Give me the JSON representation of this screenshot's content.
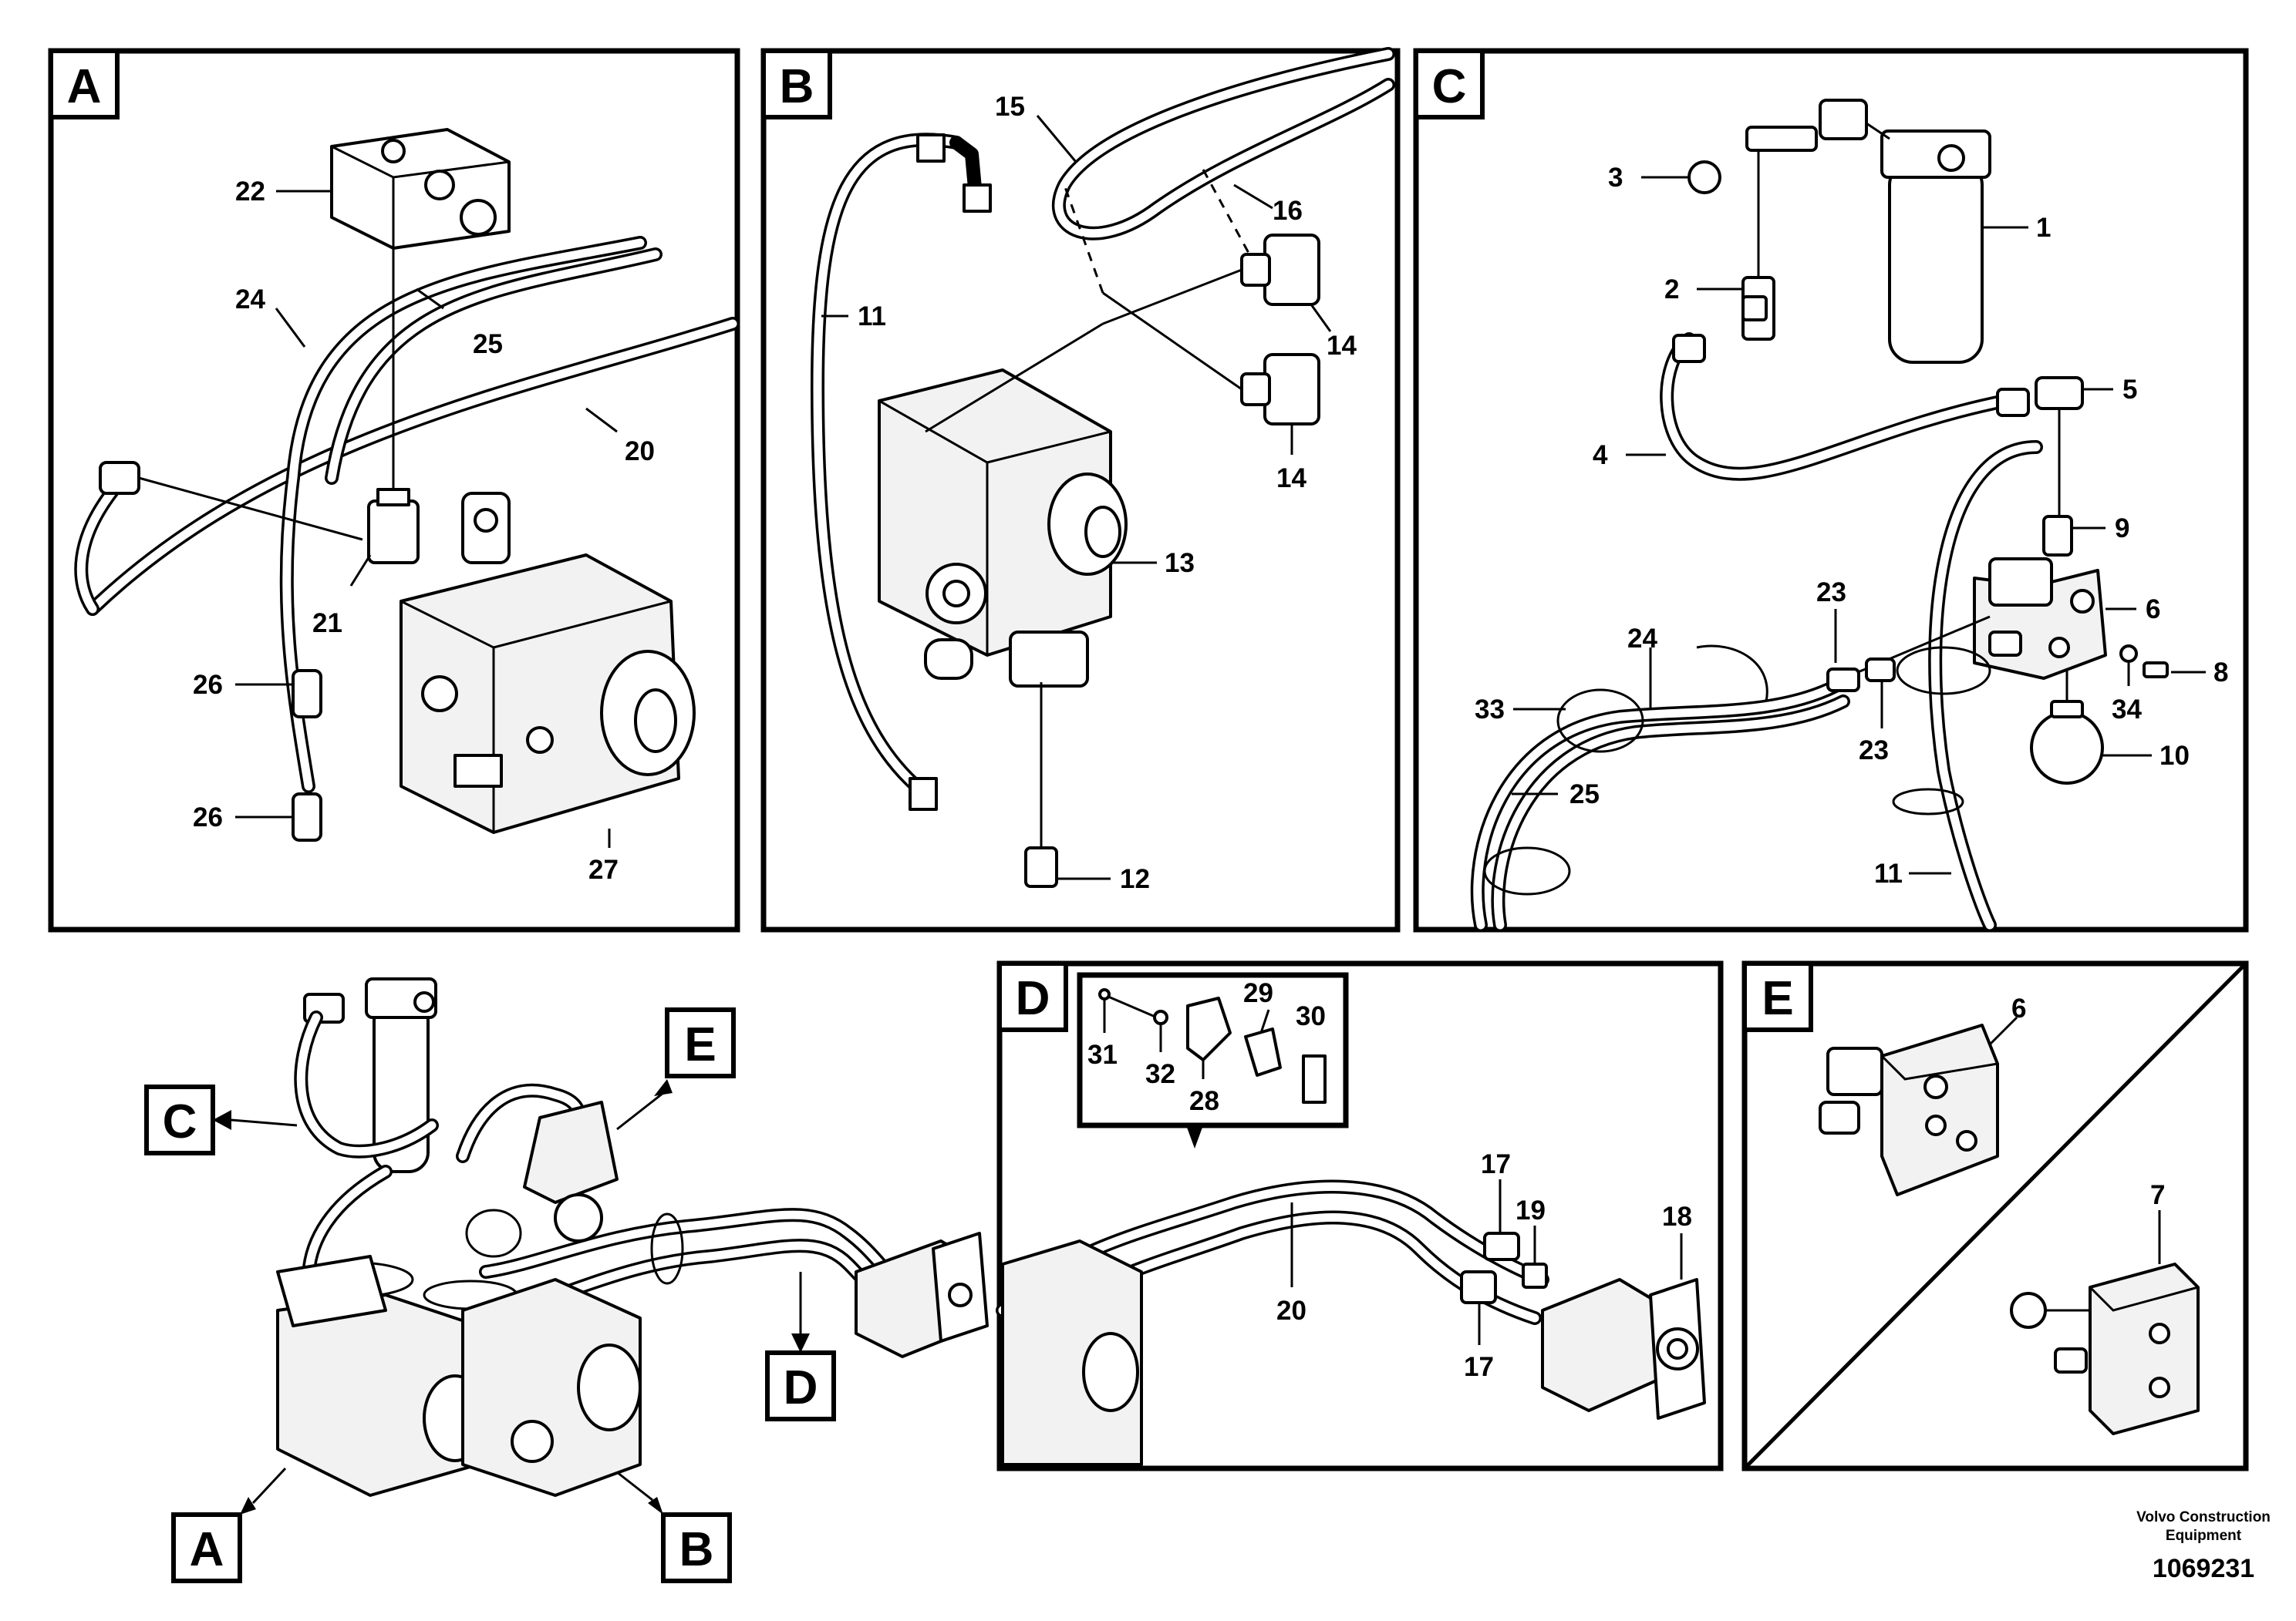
{
  "panels": {
    "A": {
      "tag": "A",
      "callouts": [
        "22",
        "24",
        "25",
        "20",
        "21",
        "26",
        "26",
        "27"
      ]
    },
    "B": {
      "tag": "B",
      "callouts": [
        "15",
        "16",
        "11",
        "14",
        "14",
        "13",
        "12"
      ]
    },
    "C": {
      "tag": "C",
      "callouts": [
        "3",
        "1",
        "2",
        "5",
        "4",
        "9",
        "23",
        "6",
        "24",
        "33",
        "8",
        "34",
        "23",
        "10",
        "25",
        "11"
      ]
    },
    "D": {
      "tag": "D",
      "callouts": [
        "29",
        "30",
        "31",
        "32",
        "28",
        "17",
        "19",
        "18",
        "20",
        "17"
      ]
    },
    "E": {
      "tag": "E",
      "callouts": [
        "6",
        "7"
      ]
    }
  },
  "overview": {
    "tags": [
      "C",
      "E",
      "D",
      "A",
      "B"
    ]
  },
  "footer": {
    "brand_line1": "Volvo Construction",
    "brand_line2": "Equipment",
    "doc_number": "1069231"
  }
}
